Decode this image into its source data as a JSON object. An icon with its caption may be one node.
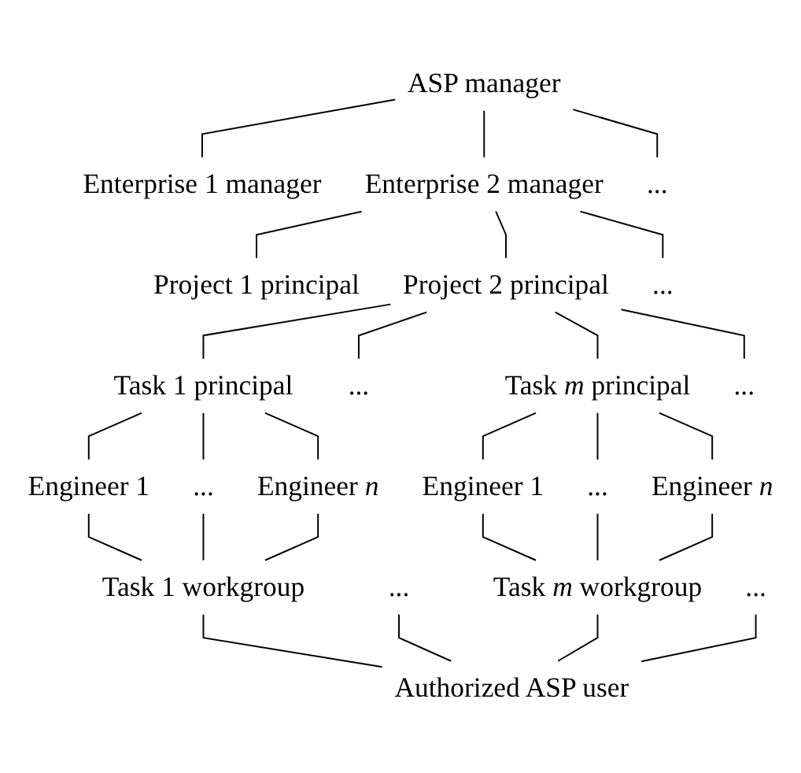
{
  "diagram": {
    "nodes": [
      {
        "text": [
          "ASP manager"
        ]
      },
      {
        "text": [
          "Enterprise 1 manager"
        ]
      },
      {
        "text": [
          "Enterprise 2 manager"
        ]
      },
      {
        "text": [
          "..."
        ]
      },
      {
        "text": [
          "Project 1 principal"
        ]
      },
      {
        "text": [
          "Project 2 principal"
        ]
      },
      {
        "text": [
          "..."
        ]
      },
      {
        "text": [
          "Task 1 principal"
        ]
      },
      {
        "text": [
          "..."
        ]
      },
      {
        "text": [
          "Task *m* principal"
        ]
      },
      {
        "text": [
          "..."
        ]
      },
      {
        "text": [
          "Engineer 1"
        ]
      },
      {
        "text": [
          "..."
        ]
      },
      {
        "text": [
          "Engineer *n*"
        ]
      },
      {
        "text": [
          "Engineer 1"
        ]
      },
      {
        "text": [
          "..."
        ]
      },
      {
        "text": [
          "Engineer *n*"
        ]
      },
      {
        "text": [
          "Task 1 workgroup"
        ]
      },
      {
        "text": [
          "..."
        ]
      },
      {
        "text": [
          "Task *m* workgroup"
        ]
      },
      {
        "text": [
          "..."
        ]
      },
      {
        "text": [
          "Authorized ASP user"
        ]
      }
    ],
    "edges": [
      {
        "from": 0,
        "to": 1,
        "arrow": "none"
      },
      {
        "from": 0,
        "to": 2,
        "arrow": "none"
      },
      {
        "from": 0,
        "to": 3,
        "arrow": "none"
      },
      {
        "from": 2,
        "to": 4,
        "arrow": "none"
      },
      {
        "from": 2,
        "to": 5,
        "arrow": "none"
      },
      {
        "from": 2,
        "to": 6,
        "arrow": "none"
      },
      {
        "from": 5,
        "to": 7,
        "arrow": "none"
      },
      {
        "from": 5,
        "to": 8,
        "arrow": "none"
      },
      {
        "from": 5,
        "to": 9,
        "arrow": "none"
      },
      {
        "from": 5,
        "to": 10,
        "arrow": "none"
      },
      {
        "from": 7,
        "to": 11,
        "arrow": "none"
      },
      {
        "from": 7,
        "to": 12,
        "arrow": "none"
      },
      {
        "from": 7,
        "to": 13,
        "arrow": "none"
      },
      {
        "from": 9,
        "to": 14,
        "arrow": "none"
      },
      {
        "from": 9,
        "to": 15,
        "arrow": "none"
      },
      {
        "from": 9,
        "to": 16,
        "arrow": "none"
      },
      {
        "from": 11,
        "to": 17,
        "arrow": "none"
      },
      {
        "from": 12,
        "to": 17,
        "arrow": "none"
      },
      {
        "from": 13,
        "to": 17,
        "arrow": "none"
      },
      {
        "from": 14,
        "to": 19,
        "arrow": "none"
      },
      {
        "from": 15,
        "to": 19,
        "arrow": "none"
      },
      {
        "from": 16,
        "to": 19,
        "arrow": "none"
      },
      {
        "from": 17,
        "to": 21,
        "arrow": "none"
      },
      {
        "from": 18,
        "to": 21,
        "arrow": "none"
      },
      {
        "from": 19,
        "to": 21,
        "arrow": "none"
      },
      {
        "from": 20,
        "to": 21,
        "arrow": "none"
      }
    ]
  }
}
